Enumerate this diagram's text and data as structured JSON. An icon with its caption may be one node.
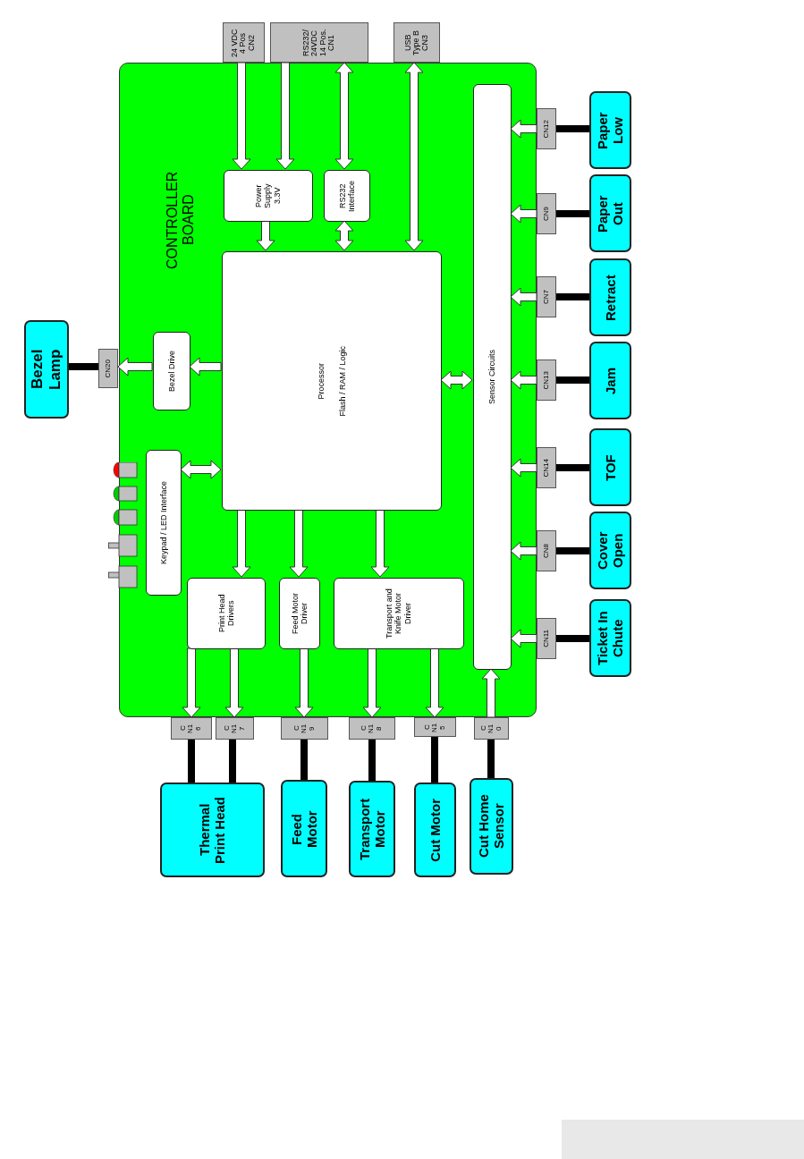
{
  "diagram": {
    "nodes": [
      {
        "text": [
          "CONTROLLER BOARD"
        ]
      },
      {
        "text": [
          "24 VDC 4 Pos CN2"
        ]
      },
      {
        "text": [
          "RS232/ 24VDC 14 Pos. CN1"
        ]
      },
      {
        "text": [
          "USB Type B CN3"
        ]
      },
      {
        "text": [
          "Power Supply 3.3V"
        ],
        "in": 0
      },
      {
        "text": [
          "RS232 Interface"
        ],
        "in": 0
      },
      {
        "text": [
          "Processor",
          "Flash / RAM / Logic"
        ],
        "in": 0
      },
      {
        "text": [
          "Sensor Circuits"
        ],
        "in": 0
      },
      {
        "text": [
          "Bezel Drive"
        ],
        "in": 0
      },
      {
        "text": [
          "Keypad / LED Interface"
        ],
        "in": 0
      },
      {
        "text": [
          "Print Head Drivers"
        ],
        "in": 0
      },
      {
        "text": [
          "Feed Motor Driver"
        ],
        "in": 0
      },
      {
        "text": [
          "Transport and Knife Motor Driver"
        ],
        "in": 0
      },
      {
        "text": [
          "CN20"
        ]
      },
      {
        "text": [
          "Bezel Lamp"
        ]
      },
      {
        "text": [
          "C N1 6"
        ]
      },
      {
        "text": [
          "C N1 7"
        ]
      },
      {
        "text": [
          "C N1 9"
        ]
      },
      {
        "text": [
          "C N1 8"
        ]
      },
      {
        "text": [
          "C N1 5"
        ]
      },
      {
        "text": [
          "C N1 0"
        ]
      },
      {
        "text": [
          "Thermal Print Head"
        ]
      },
      {
        "text": [
          "Feed Motor"
        ]
      },
      {
        "text": [
          "Transport Motor"
        ]
      },
      {
        "text": [
          "Cut Motor"
        ]
      },
      {
        "text": [
          "Cut Home Sensor"
        ]
      },
      {
        "text": [
          "CN12"
        ]
      },
      {
        "text": [
          "CN9"
        ]
      },
      {
        "text": [
          "CN7"
        ]
      },
      {
        "text": [
          "CN13"
        ]
      },
      {
        "text": [
          "CN14"
        ]
      },
      {
        "text": [
          "CN8"
        ]
      },
      {
        "text": [
          "CN11"
        ]
      },
      {
        "text": [
          "Paper Low"
        ]
      },
      {
        "text": [
          "Paper Out"
        ]
      },
      {
        "text": [
          "Retract"
        ]
      },
      {
        "text": [
          "Jam"
        ]
      },
      {
        "text": [
          "TOF"
        ]
      },
      {
        "text": [
          "Cover Open"
        ]
      },
      {
        "text": [
          "Ticket In Chute"
        ]
      }
    ],
    "edges": [
      {
        "from": 1,
        "to": 4,
        "arrow": "to"
      },
      {
        "from": 2,
        "to": 4,
        "arrow": "to"
      },
      {
        "from": 2,
        "to": 5,
        "arrow": "both"
      },
      {
        "from": 3,
        "to": 6,
        "arrow": "both"
      },
      {
        "from": 4,
        "to": 6,
        "arrow": "to"
      },
      {
        "from": 5,
        "to": 6,
        "arrow": "both"
      },
      {
        "from": 6,
        "to": 8,
        "arrow": "to"
      },
      {
        "from": 8,
        "to": 13,
        "arrow": "to"
      },
      {
        "from": 13,
        "to": 14,
        "arrow": "none",
        "color": "#000000"
      },
      {
        "from": 9,
        "to": 6,
        "arrow": "both"
      },
      {
        "from": 6,
        "to": 7,
        "arrow": "both"
      },
      {
        "from": 6,
        "to": 10,
        "arrow": "to"
      },
      {
        "from": 6,
        "to": 11,
        "arrow": "to"
      },
      {
        "from": 6,
        "to": 12,
        "arrow": "to"
      },
      {
        "from": 10,
        "to": 15,
        "arrow": "to"
      },
      {
        "from": 10,
        "to": 16,
        "arrow": "to"
      },
      {
        "from": 11,
        "to": 17,
        "arrow": "to"
      },
      {
        "from": 12,
        "to": 18,
        "arrow": "to"
      },
      {
        "from": 12,
        "to": 19,
        "arrow": "to"
      },
      {
        "from": 20,
        "to": 7,
        "arrow": "to"
      },
      {
        "from": 15,
        "to": 21,
        "arrow": "none",
        "color": "#000000"
      },
      {
        "from": 16,
        "to": 21,
        "arrow": "none",
        "color": "#000000"
      },
      {
        "from": 17,
        "to": 22,
        "arrow": "none",
        "color": "#000000"
      },
      {
        "from": 18,
        "to": 23,
        "arrow": "none",
        "color": "#000000"
      },
      {
        "from": 19,
        "to": 24,
        "arrow": "none",
        "color": "#000000"
      },
      {
        "from": 20,
        "to": 25,
        "arrow": "none",
        "color": "#000000"
      },
      {
        "from": 26,
        "to": 7,
        "arrow": "to"
      },
      {
        "from": 27,
        "to": 7,
        "arrow": "to"
      },
      {
        "from": 28,
        "to": 7,
        "arrow": "to"
      },
      {
        "from": 29,
        "to": 7,
        "arrow": "to"
      },
      {
        "from": 30,
        "to": 7,
        "arrow": "to"
      },
      {
        "from": 31,
        "to": 7,
        "arrow": "to"
      },
      {
        "from": 32,
        "to": 7,
        "arrow": "to"
      },
      {
        "from": 33,
        "to": 26,
        "arrow": "none",
        "color": "#000000"
      },
      {
        "from": 34,
        "to": 27,
        "arrow": "none",
        "color": "#000000"
      },
      {
        "from": 35,
        "to": 28,
        "arrow": "none",
        "color": "#000000"
      },
      {
        "from": 36,
        "to": 29,
        "arrow": "none",
        "color": "#000000"
      },
      {
        "from": 37,
        "to": 30,
        "arrow": "none",
        "color": "#000000"
      },
      {
        "from": 38,
        "to": 31,
        "arrow": "none",
        "color": "#000000"
      },
      {
        "from": 39,
        "to": 32,
        "arrow": "none",
        "color": "#000000"
      }
    ]
  }
}
